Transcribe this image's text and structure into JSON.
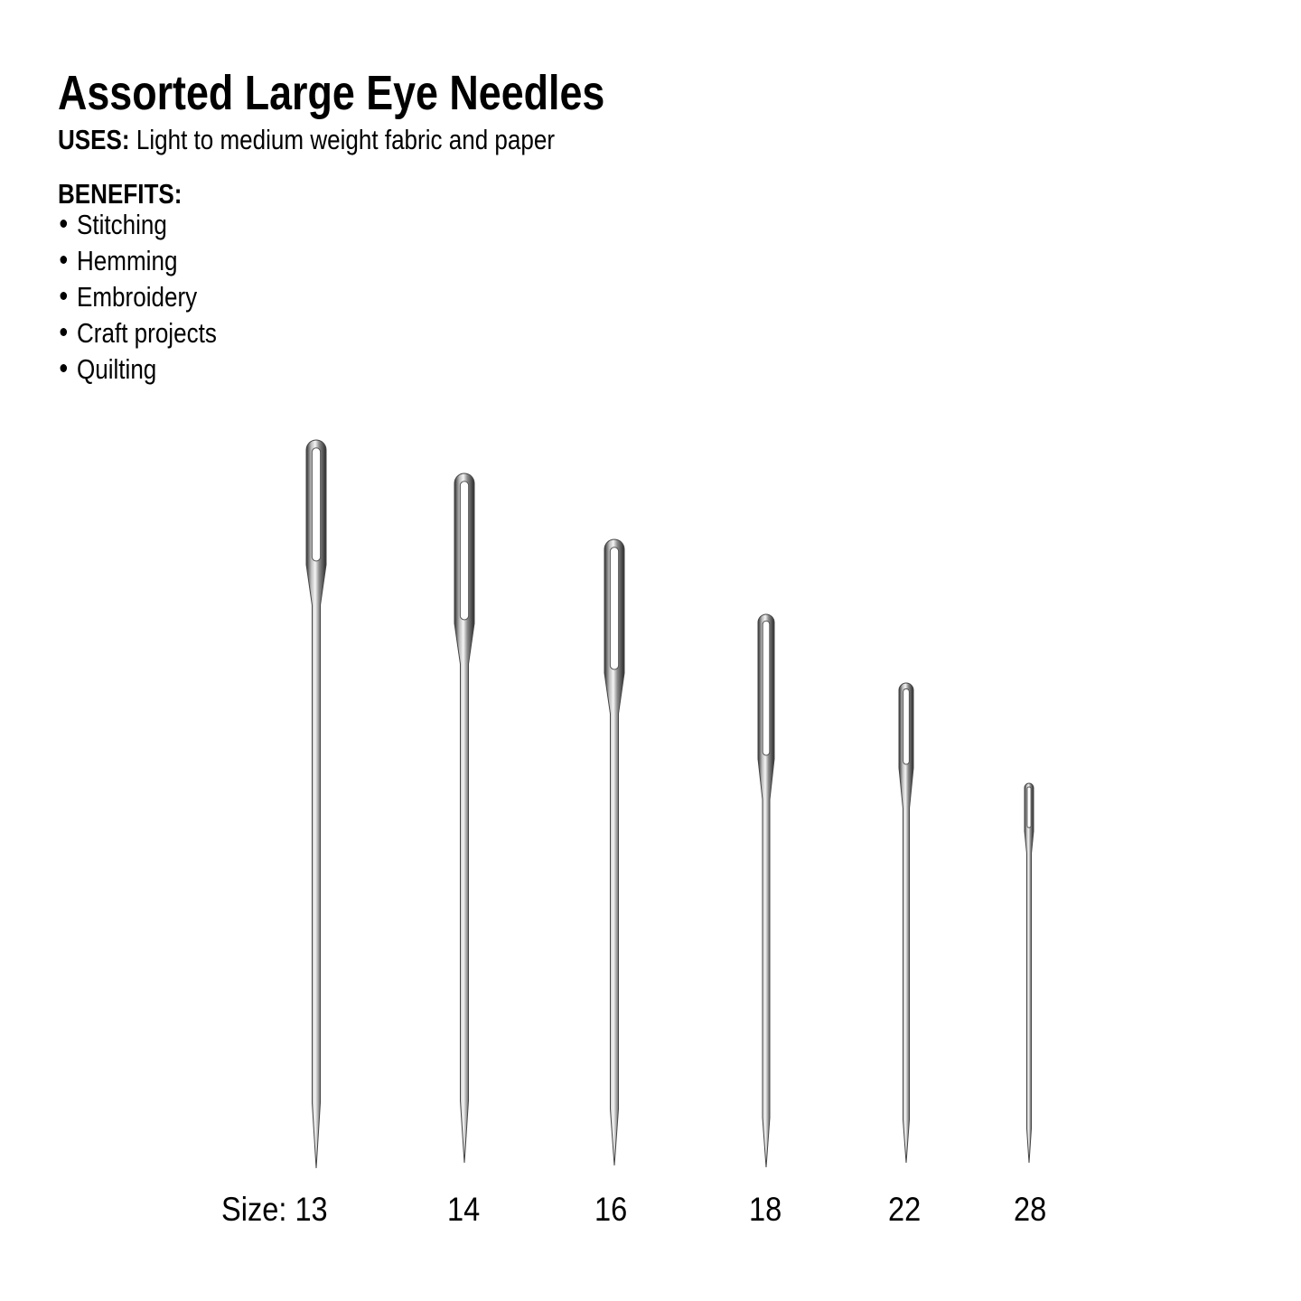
{
  "title": "Assorted Large Eye Needles",
  "uses": {
    "label": "USES:",
    "text": "Light to medium weight fabric and paper"
  },
  "benefits": {
    "label": "BENEFITS:",
    "items": [
      "Stitching",
      "Hemming",
      "Embroidery",
      "Craft projects",
      "Quilting"
    ]
  },
  "sizes": {
    "prefix": "Size:",
    "values": [
      "13",
      "14",
      "16",
      "18",
      "22",
      "28"
    ]
  },
  "colors": {
    "text": "#000000",
    "steel_light": "#f2f2f2",
    "steel_dark": "#3a3a3a"
  }
}
